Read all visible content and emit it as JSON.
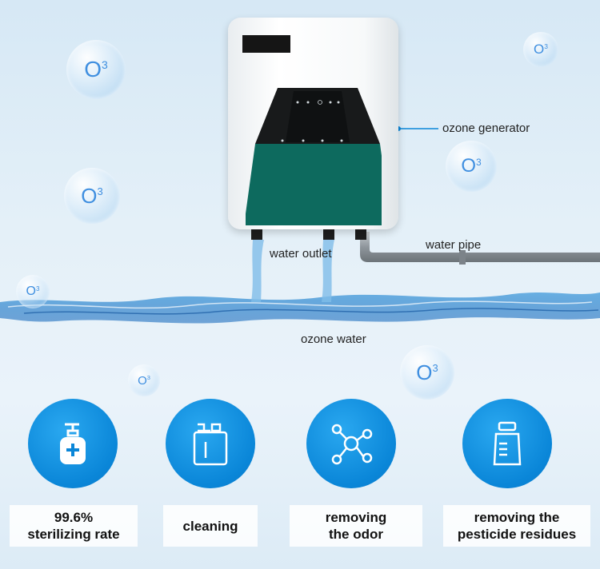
{
  "callouts": {
    "ozone_generator": "ozone generator",
    "water_pipe": "water pipe",
    "water_outlet": "water outlet",
    "ozone_water": "ozone water"
  },
  "bubble_text": {
    "base": "O",
    "sup": "3"
  },
  "features": [
    {
      "icon": "hand-sanitizer-icon",
      "line1": "99.6%",
      "line2": "sterilizing rate"
    },
    {
      "icon": "cleaning-bottle-icon",
      "line1": "cleaning",
      "line2": ""
    },
    {
      "icon": "molecule-icon",
      "line1": "removing",
      "line2": "the odor"
    },
    {
      "icon": "pesticide-jar-icon",
      "line1": "removing the",
      "line2": "pesticide residues"
    }
  ],
  "colors": {
    "accent": "#0a86d8",
    "device_teal": "#0d6a5e",
    "bubble_text": "#3f8fe0"
  }
}
